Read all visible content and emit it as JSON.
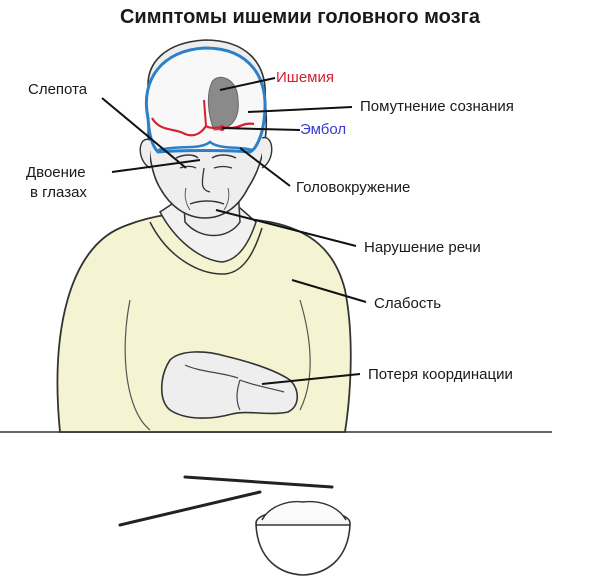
{
  "title": "Симптомы ишемии головного  мозга",
  "labels": {
    "blindness": "Слепота",
    "double_vision_line1": "Двоение",
    "double_vision_line2": "в глазах",
    "ischemia": "Ишемия",
    "clouding": "Помутнение сознания",
    "embolus": "Эмбол",
    "dizziness": "Головокружение",
    "speech": "Нарушение речи",
    "weakness": "Слабость",
    "coordination": "Потеря координации"
  },
  "colors": {
    "ischemia": "#d42030",
    "embolus": "#3a3ad0",
    "brain_outline": "#2d7fc8",
    "sweater": "#f5f4d2",
    "skin": "#eeeeee",
    "ischemia_zone": "#8a8a8a",
    "text": "#1a1a1a"
  }
}
